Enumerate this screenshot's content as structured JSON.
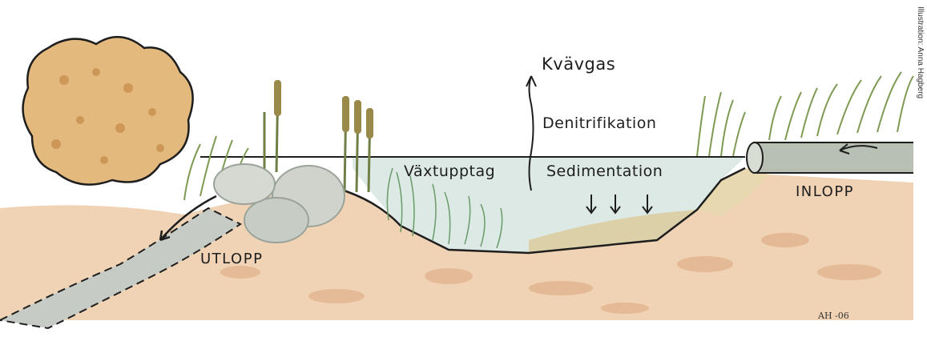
{
  "labels": {
    "kvavgas": "Kvävgas",
    "denitrifikation": "Denitrifikation",
    "vaxtupptag": "Växtupptag",
    "sedimentation": "Sedimentation",
    "inlopp": "INLOPP",
    "utlopp": "UTLOPP"
  },
  "signature": "AH -06",
  "credit": "Illustration: Anna Hagberg",
  "colors": {
    "water": "#dde9e4",
    "soil": "#f0d2b4",
    "sediment": "#dccb9f",
    "reeds": "#8a9a56",
    "bush": "#d8a86a",
    "ink": "#1e1e1e"
  }
}
